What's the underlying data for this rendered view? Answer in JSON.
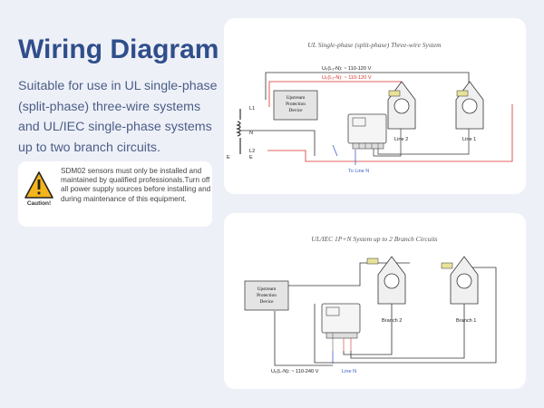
{
  "header": {
    "title": "Wiring Diagram",
    "description": "Suitable for use in UL single-phase (split-phase) three-wire systems and UL/IEC single-phase systems up to two branch circuits."
  },
  "caution": {
    "label": "Caution!",
    "text": "SDM02 sensors must only be installed and maintained by qualified professionals.Turn off all power supply sources before installing and during maintenance of this equipment."
  },
  "diagram1": {
    "title": "UL Single-phase (split-phase) Three-wire System",
    "upstream": [
      "Upstream",
      "Protection",
      "Device"
    ],
    "voltage_black": "U₀(L₁-N): ~ 110-120 V",
    "voltage_red": "U₀(L₂-N): ~ 110-120 V",
    "line2": "Line 2",
    "line1": "Line 1",
    "l1": "L1",
    "n": "N",
    "l2": "L2",
    "e": "E",
    "to_line_n": "To Line N"
  },
  "diagram2": {
    "title": "UL/IEC 1P+N System up to 2 Branch Circuits",
    "upstream": [
      "Upstream",
      "Protection",
      "Device"
    ],
    "branch2": "Branch 2",
    "branch1": "Branch 1",
    "voltage": "U₀(L-N): ~ 110-240 V",
    "line_n": "Line N"
  },
  "colors": {
    "title": "#2f4e8a",
    "text": "#4a5e86",
    "wire_red": "#d9302c",
    "wire_blue": "#3c62c8",
    "caution_yellow": "#f3b51b"
  }
}
